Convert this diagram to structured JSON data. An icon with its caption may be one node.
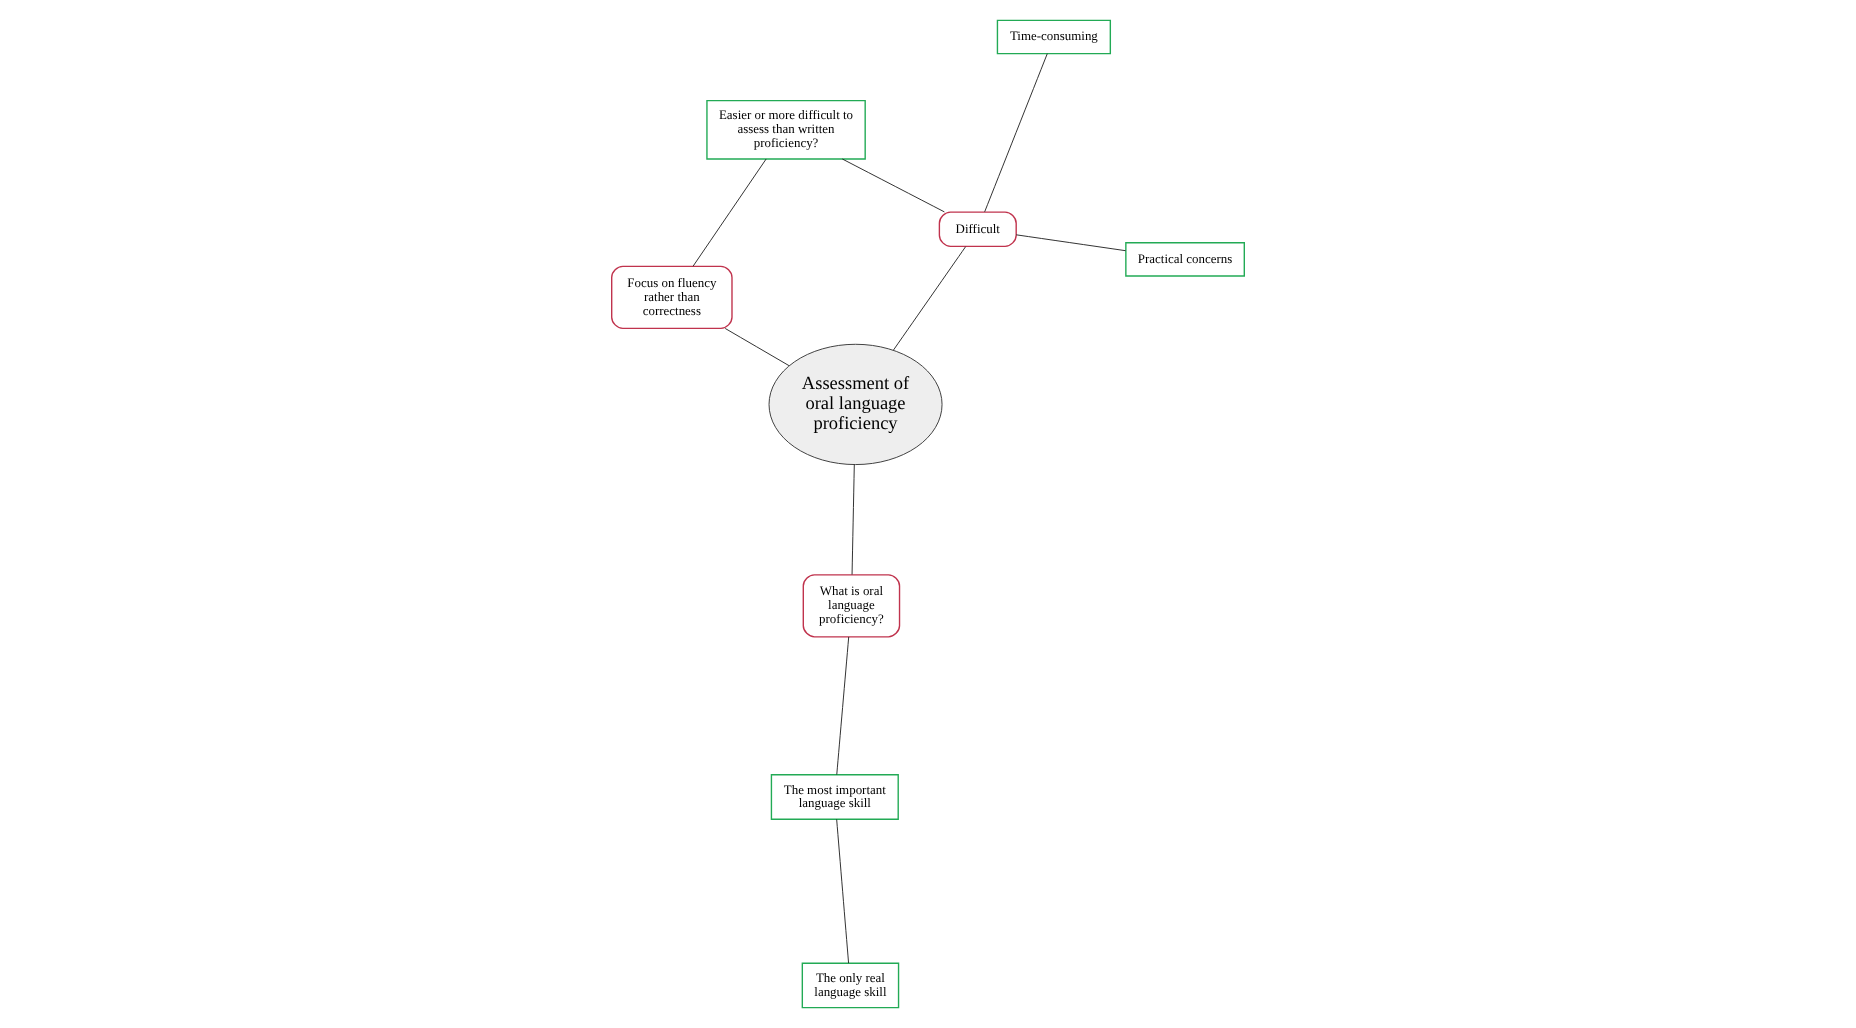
{
  "diagram": {
    "nodes": [
      {
        "text": [
          "Assessment of oral language proficiency"
        ]
      },
      {
        "text": [
          "Difficult"
        ]
      },
      {
        "text": [
          "Practical concerns"
        ]
      },
      {
        "text": [
          "Time-consuming"
        ]
      },
      {
        "text": [
          "Easier or more difficult to assess than written proficiency?"
        ]
      },
      {
        "text": [
          "Focus on fluency rather than correctness"
        ]
      },
      {
        "text": [
          "What is oral language proficiency?"
        ]
      },
      {
        "text": [
          "The only real language skill"
        ]
      },
      {
        "text": [
          "The most important language skill"
        ]
      }
    ],
    "edges": [
      {
        "from": 1,
        "to": 0,
        "arrow": "none"
      },
      {
        "from": 1,
        "to": 2,
        "arrow": "none"
      },
      {
        "from": 1,
        "to": 3,
        "arrow": "none"
      },
      {
        "from": 1,
        "to": 4,
        "arrow": "none"
      },
      {
        "from": 4,
        "to": 5,
        "arrow": "none"
      },
      {
        "from": 5,
        "to": 0,
        "arrow": "none"
      },
      {
        "from": 0,
        "to": 6,
        "arrow": "none"
      },
      {
        "from": 6,
        "to": 8,
        "arrow": "none"
      },
      {
        "from": 8,
        "to": 7,
        "arrow": "none"
      }
    ]
  }
}
